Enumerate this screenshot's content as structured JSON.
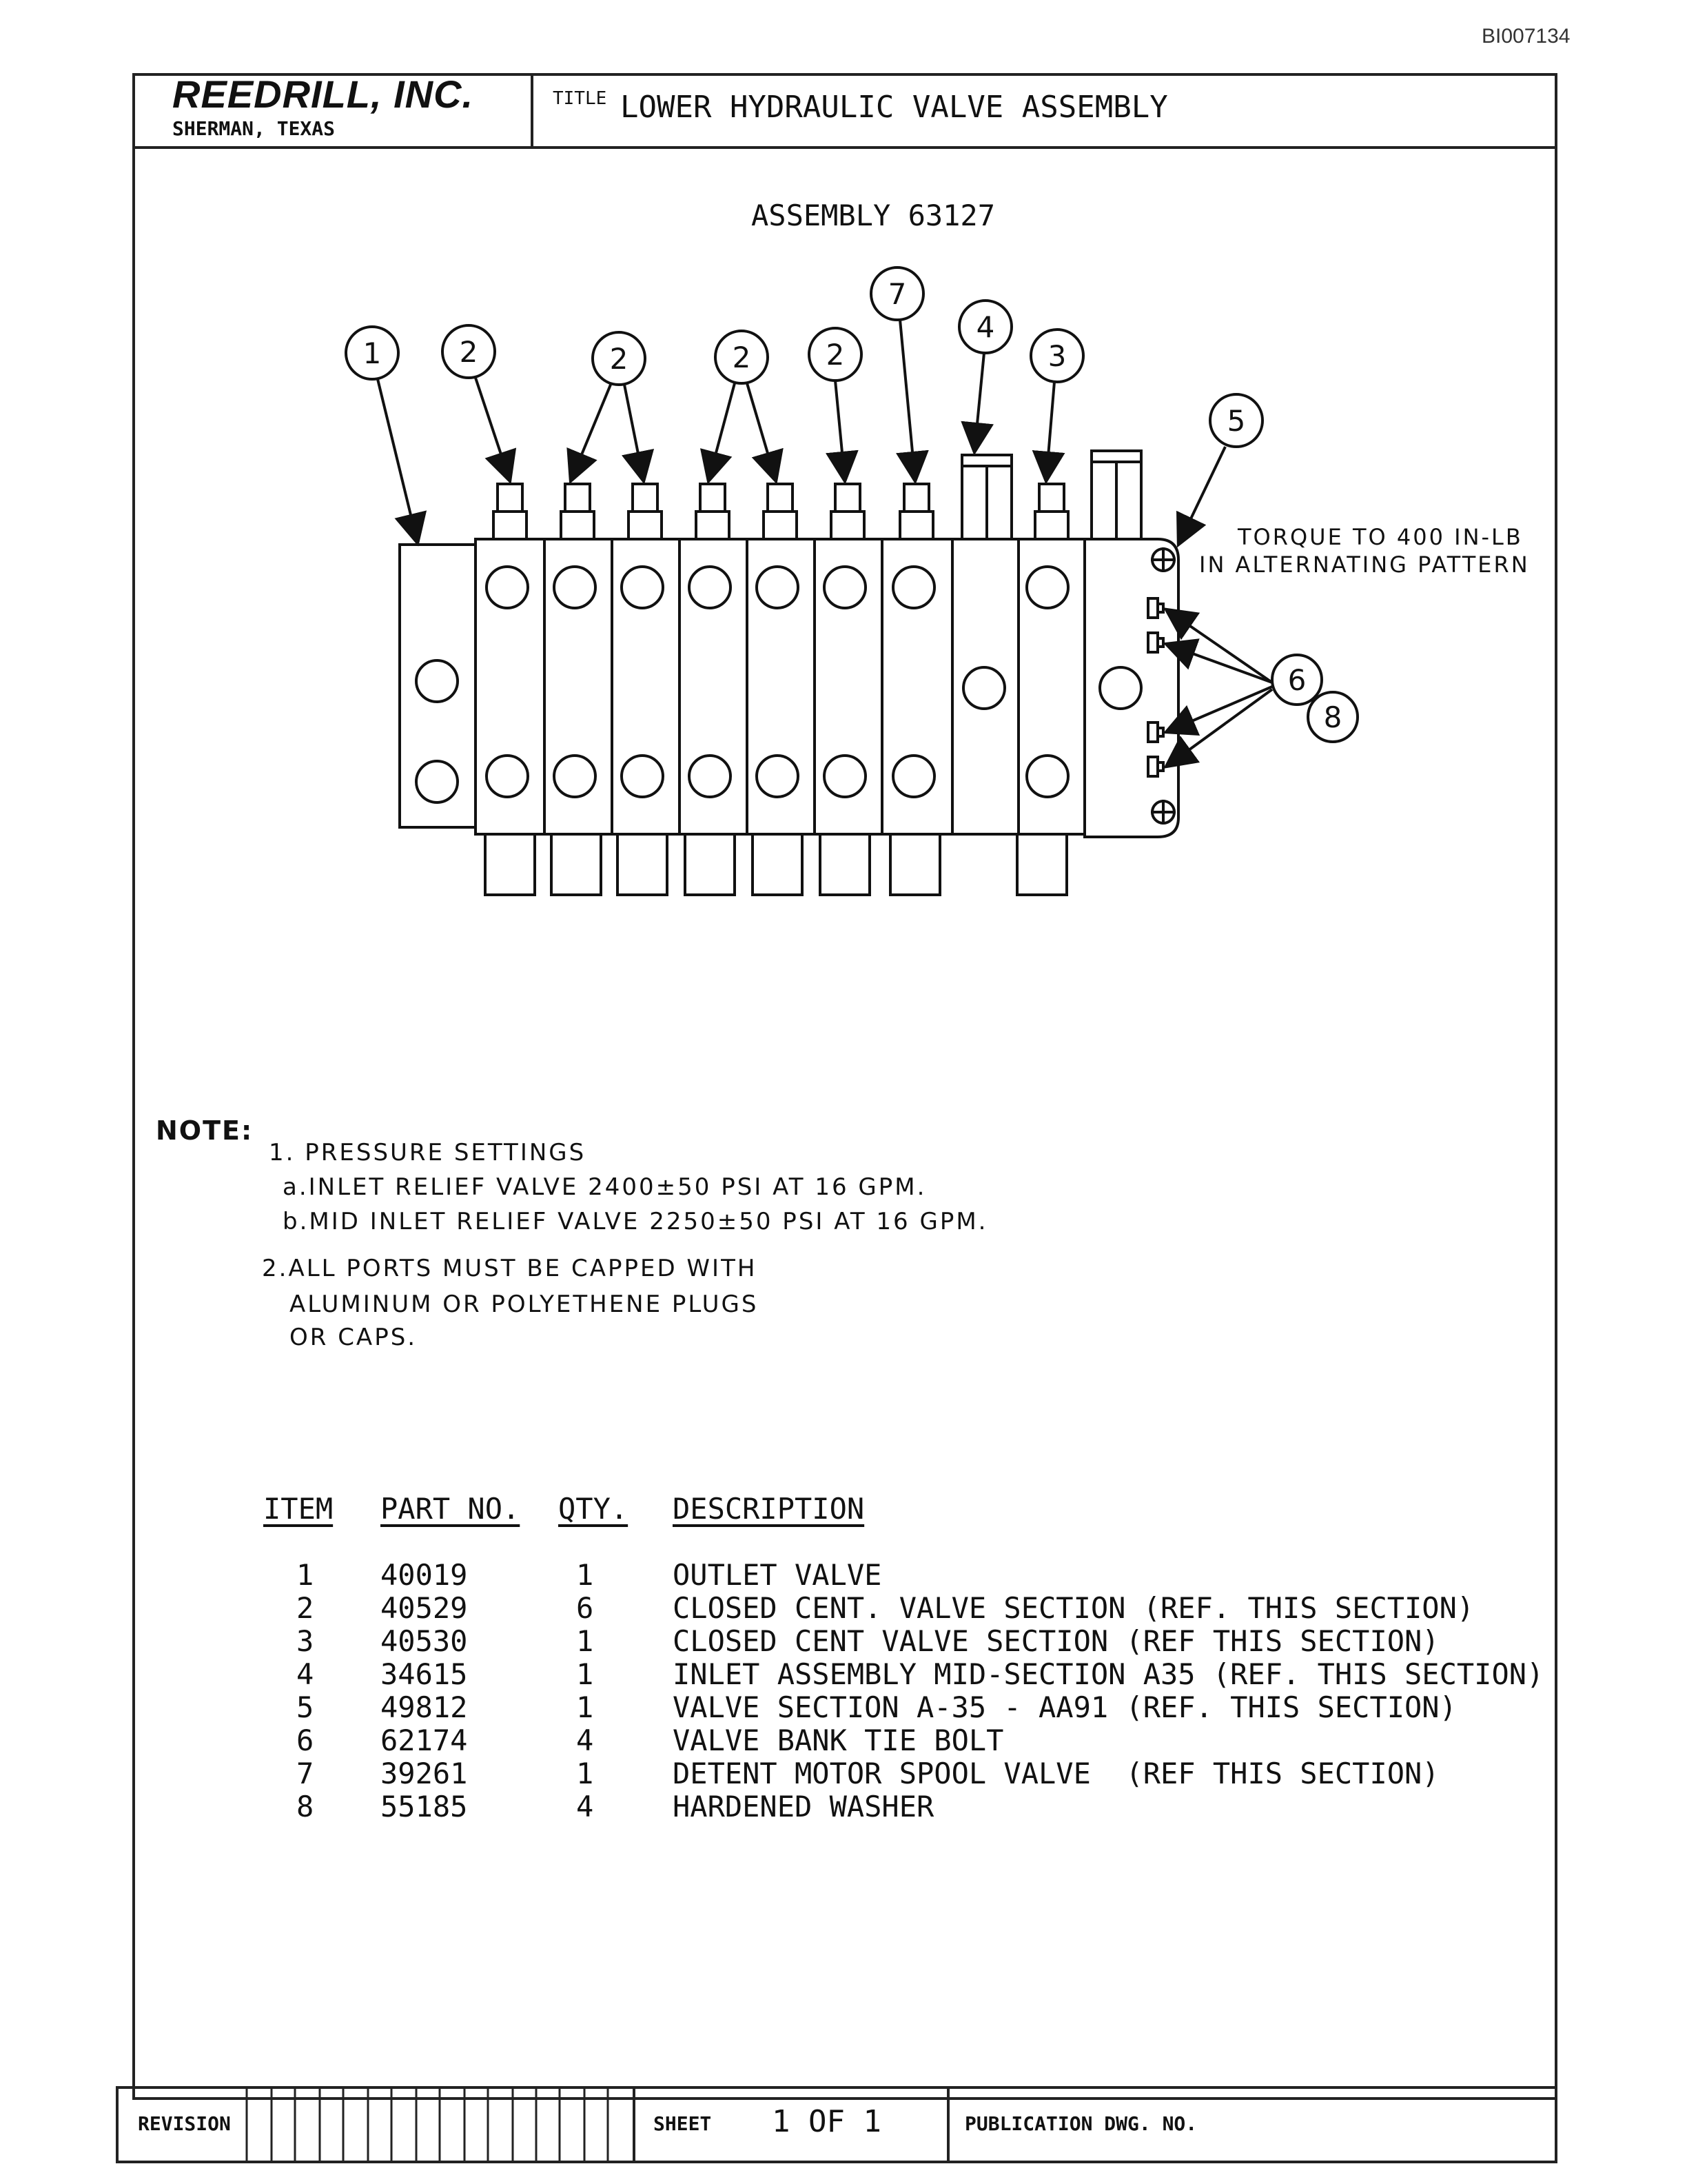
{
  "doc_id": "BI007134",
  "header": {
    "company": "REEDRILL, INC.",
    "city": "SHERMAN, TEXAS",
    "title_label": "TITLE",
    "title": "LOWER HYDRAULIC VALVE ASSEMBLY"
  },
  "assembly_label": "ASSEMBLY 63127",
  "callouts": {
    "c1": "1",
    "c2a": "2",
    "c2b": "2",
    "c2c": "2",
    "c2d": "2",
    "c7": "7",
    "c4": "4",
    "c3": "3",
    "c5": "5",
    "c6": "6",
    "c8": "8"
  },
  "torque_note": {
    "line1": "TORQUE TO 400 IN-LB",
    "line2": "IN ALTERNATING PATTERN"
  },
  "notes": {
    "heading": "NOTE:",
    "n1": "1. PRESSURE SETTINGS",
    "n1a": "a.INLET RELIEF VALVE 2400±50 PSI AT 16 GPM.",
    "n1b": "b.MID INLET RELIEF VALVE 2250±50 PSI AT 16 GPM.",
    "n2a": "2.ALL PORTS MUST BE CAPPED WITH",
    "n2b": "ALUMINUM OR POLYETHENE PLUGS",
    "n2c": "OR CAPS."
  },
  "parts_table": {
    "headers": {
      "item": "ITEM",
      "part": "PART NO.",
      "qty": "QTY.",
      "desc": "DESCRIPTION"
    },
    "rows": [
      {
        "item": "1",
        "part": "40019",
        "qty": "1",
        "desc": "OUTLET VALVE"
      },
      {
        "item": "2",
        "part": "40529",
        "qty": "6",
        "desc": "CLOSED CENT. VALVE SECTION (REF. THIS SECTION)"
      },
      {
        "item": "3",
        "part": "40530",
        "qty": "1",
        "desc": "CLOSED CENT VALVE SECTION (REF THIS SECTION)"
      },
      {
        "item": "4",
        "part": "34615",
        "qty": "1",
        "desc": "INLET ASSEMBLY MID-SECTION A35 (REF. THIS SECTION)"
      },
      {
        "item": "5",
        "part": "49812",
        "qty": "1",
        "desc": "VALVE SECTION A-35 - AA91 (REF. THIS SECTION)"
      },
      {
        "item": "6",
        "part": "62174",
        "qty": "4",
        "desc": "VALVE BANK TIE BOLT"
      },
      {
        "item": "7",
        "part": "39261",
        "qty": "1",
        "desc": "DETENT MOTOR SPOOL VALVE  (REF THIS SECTION)"
      },
      {
        "item": "8",
        "part": "55185",
        "qty": "4",
        "desc": "HARDENED WASHER"
      }
    ]
  },
  "footer": {
    "revision_label": "REVISION",
    "sheet_label": "SHEET",
    "sheet_value": "1 OF 1",
    "publication_label": "PUBLICATION DWG. NO."
  }
}
